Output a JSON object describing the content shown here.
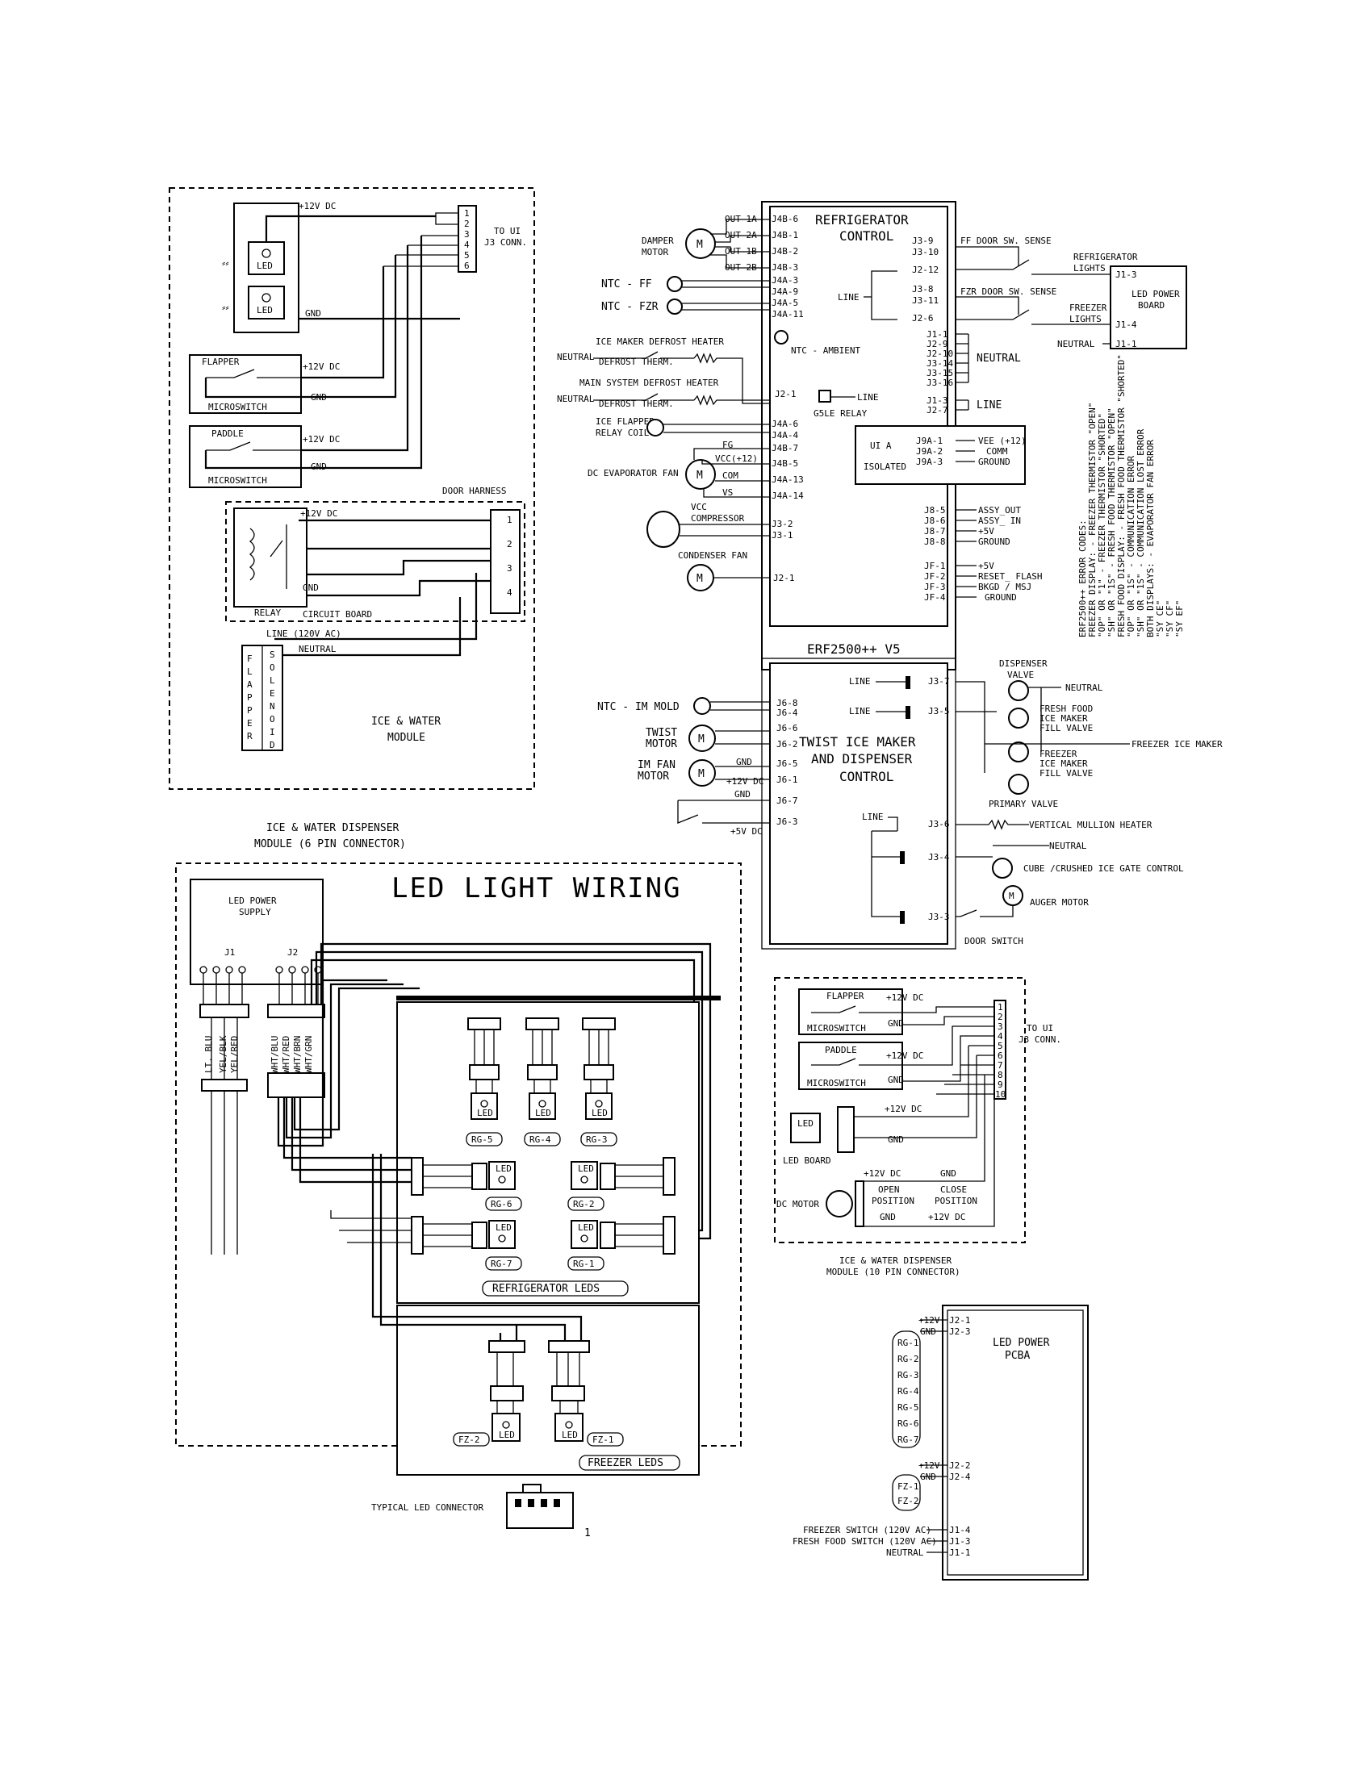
{
  "tl": {
    "plus12": "+12V DC",
    "to_ui": "TO UI",
    "j3conn": "J3 CONN.",
    "led": "LED",
    "gnd": "GND",
    "flapper": "FLAPPER",
    "paddle": "PADDLE",
    "microswitch": "MICROSWITCH",
    "door_harness": "DOOR HARNESS",
    "relay": "RELAY",
    "circuit_board": "CIRCUIT BOARD",
    "line120": "LINE (120V AC)",
    "neutral": "NEUTRAL",
    "flapper_v": "FLAPPER",
    "solenoid_v": "SOLENOID",
    "ice_water": "ICE & WATER",
    "module": "MODULE",
    "caption1": "ICE & WATER DISPENSER",
    "caption2": "MODULE (6 PIN CONNECTOR)",
    "pins": [
      "1",
      "2",
      "3",
      "4",
      "5",
      "6"
    ]
  },
  "rc": {
    "title1": "REFRIGERATOR",
    "title2": "CONTROL",
    "damper1": "DAMPER",
    "damper2": "MOTOR",
    "out": [
      "OUT 1A",
      "OUT 2A",
      "OUT 1B",
      "OUT 2B"
    ],
    "j4b": [
      "J4B-6",
      "J4B-1",
      "J4B-2",
      "J4B-3"
    ],
    "ntc_ff": "NTC - FF",
    "ntc_fzr": "NTC - FZR",
    "j4a": [
      "J4A-3",
      "J4A-9",
      "J4A-5",
      "J4A-11"
    ],
    "ntc_ambient": "NTC - AMBIENT",
    "im_defrost": "ICE MAKER DEFROST HEATER",
    "ms_defrost": "MAIN SYSTEM DEFROST HEATER",
    "neutral": "NEUTRAL",
    "defrost_therm": "DEFROST THERM.",
    "j2_1": "J2-1",
    "line": "LINE",
    "g5le": "G5LE RELAY",
    "flap_relay1": "ICE FLAPPER",
    "flap_relay2": "RELAY COIL",
    "j4a_b": [
      "J4A-6",
      "J4A-4"
    ],
    "fg": "FG",
    "vcc12": "VCC(+12)",
    "com": "COM",
    "vs": "VS",
    "j4b_b": [
      "J4B-7",
      "J4B-5",
      "J4A-13",
      "J4A-14"
    ],
    "dc_evap": "DC EVAPORATOR FAN",
    "vcc": "VCC",
    "compressor": "COMPRESSOR",
    "j3_2": "J3-2",
    "j3_1": "J3-1",
    "condenser": "CONDENSER FAN",
    "j2_1b": "J2-1",
    "right_j": [
      "J3-9",
      "J3-10",
      "J2-12",
      "J3-8",
      "J3-11",
      "J2-6"
    ],
    "ff_door": "FF DOOR SW. SENSE",
    "fzr_door": "FZR DOOR SW. SENSE",
    "line_label": "LINE",
    "neutral_pins": [
      "J1-1",
      "J2-9",
      "J2-10",
      "J3-14",
      "J3-15",
      "J3-16"
    ],
    "neutral_big": "NEUTRAL",
    "line_pins": [
      "J1-3",
      "J2-7"
    ],
    "line_big": "LINE",
    "ui_a": "UI A",
    "isolated": "ISOLATED",
    "j9a": [
      "J9A-1",
      "J9A-2",
      "J9A-3"
    ],
    "j9a_lbl": [
      "VEE (+12)",
      "COMM",
      "GROUND"
    ],
    "j8": [
      "J8-5",
      "J8-6",
      "J8-7",
      "J8-8"
    ],
    "j8_lbl": [
      "ASSY_OUT",
      "ASSY_ IN",
      "+5V",
      "GROUND"
    ],
    "jf": [
      "JF-1",
      "JF-2",
      "JF-3",
      "JF-4"
    ],
    "jf_lbl": [
      "+5V",
      "RESET_ FLASH",
      "BKGD / MSJ",
      "GROUND"
    ],
    "model": "ERF2500++ V5",
    "refr_lights1": "REFRIGERATOR",
    "refr_lights2": "LIGHTS",
    "frz_lights1": "FREEZER",
    "frz_lights2": "LIGHTS",
    "led_pb1": "LED POWER",
    "led_pb2": "BOARD",
    "j1_3": "J1-3",
    "j1_4": "J1-4",
    "j1_1": "J1-1",
    "neutral_r": "NEUTRAL"
  },
  "err": [
    "ERF2500++ ERROR CODES:",
    "FREEZER DISPLAY: - FREEZER THERMISTOR \"OPEN\"",
    "\"OP\" OR \"1\" - FREEZER THERMISTOR \"SHORTED\"",
    "\"SH\" OR \"1S\" - FRESH FOOD THERMISTOR \"OPEN\"",
    "FRESH FOOD DISPLAY: - FRESH FOOD THERMISTOR \"SHORTED\"",
    "\"OP\" OR \"1S\" - COMMUNICATION ERROR",
    "\"SH\" OR \"1S\" - COMMUNICATION LOST ERROR",
    "BOTH DISPLAYS: - EVAPORATOR FAN ERROR",
    "\"SY CE\"",
    "\"SY CF\"",
    "\"SY EF\""
  ],
  "tw": {
    "title1": "TWIST ICE MAKER",
    "title2": "AND DISPENSER",
    "title3": "CONTROL",
    "ntc_im": "NTC - IM MOLD",
    "twist1": "TWIST",
    "twist2": "MOTOR",
    "imfan1": "IM FAN",
    "imfan2": "MOTOR",
    "j6": [
      "J6-8",
      "J6-4",
      "J6-6",
      "J6-2",
      "J6-5",
      "J6-1",
      "J6-7",
      "J6-3"
    ],
    "gnd": "GND",
    "plus12": "+12V DC",
    "plus5": "+5V DC",
    "line": "LINE",
    "j3": [
      "J3-7",
      "J3-5",
      "J3-6",
      "J3-4",
      "J3-3"
    ],
    "disp_valve1": "DISPENSER",
    "disp_valve2": "VALVE",
    "neutral": "NEUTRAL",
    "ff_fill": [
      "FRESH FOOD",
      "ICE MAKER",
      "FILL VALVE"
    ],
    "frz_im": "FREEZER ICE MAKER",
    "frz_fill": [
      "FREEZER",
      "ICE MAKER",
      "FILL VALVE"
    ],
    "primary": "PRIMARY VALVE",
    "mullion": "VERTICAL MULLION HEATER",
    "gate": "CUBE /CRUSHED ICE GATE CONTROL",
    "auger": "AUGER MOTOR",
    "door_sw": "DOOR SWITCH"
  },
  "led": {
    "title": "LED LIGHT WIRING",
    "ps1": "LED POWER",
    "ps2": "SUPPLY",
    "j1": "J1",
    "j2": "J2",
    "wires_left": [
      "LT. BLU",
      "YEL/BLK",
      "YEL/RED"
    ],
    "wires_right": [
      "WHT/BLU",
      "WHT/RED",
      "WHT/BRN",
      "WHT/GRN"
    ],
    "rg_top": [
      "RG-5",
      "RG-4",
      "RG-3"
    ],
    "rg_mid": [
      "RG-6",
      "RG-2"
    ],
    "rg_bot": [
      "RG-7",
      "RG-1"
    ],
    "refr_leds": "REFRIGERATOR LEDS",
    "fz": [
      "FZ-2",
      "FZ-1"
    ],
    "frz_leds": "FREEZER LEDS",
    "typical": "TYPICAL LED CONNECTOR",
    "one": "1",
    "led": "LED",
    "conn_top": "WHT/GRN WHT/BRN WHT/RED WHT/BLU"
  },
  "m10": {
    "flapper": "FLAPPER",
    "paddle": "PADDLE",
    "microswitch": "MICROSWITCH",
    "plus12": "+12V DC",
    "gnd": "GND",
    "led_board": "LED BOARD",
    "dc_motor": "DC MOTOR",
    "open1": "OPEN",
    "open2": "POSITION",
    "close1": "CLOSE",
    "close2": "POSITION",
    "to_ui": "TO UI",
    "j3conn": "J3 CONN.",
    "pins": [
      "1",
      "2",
      "3",
      "4",
      "5",
      "6",
      "7",
      "8",
      "9",
      "10"
    ],
    "caption1": "ICE & WATER DISPENSER",
    "caption2": "MODULE (10 PIN CONNECTOR)"
  },
  "pcba": {
    "title1": "LED POWER",
    "title2": "PCBA",
    "top": [
      "+12V",
      "GND"
    ],
    "top_j": [
      "J2-1",
      "J2-3"
    ],
    "rg": [
      "RG-1",
      "RG-2",
      "RG-3",
      "RG-4",
      "RG-5",
      "RG-6",
      "RG-7"
    ],
    "mid": [
      "+12V",
      "GND"
    ],
    "mid_j": [
      "J2-2",
      "J2-4"
    ],
    "fz": [
      "FZ-1",
      "FZ-2"
    ],
    "bottom": [
      "FREEZER SWITCH (120V AC)",
      "FRESH FOOD SWITCH (120V AC)",
      "NEUTRAL"
    ],
    "bottom_j": [
      "J1-4",
      "J1-3",
      "J1-1"
    ]
  }
}
